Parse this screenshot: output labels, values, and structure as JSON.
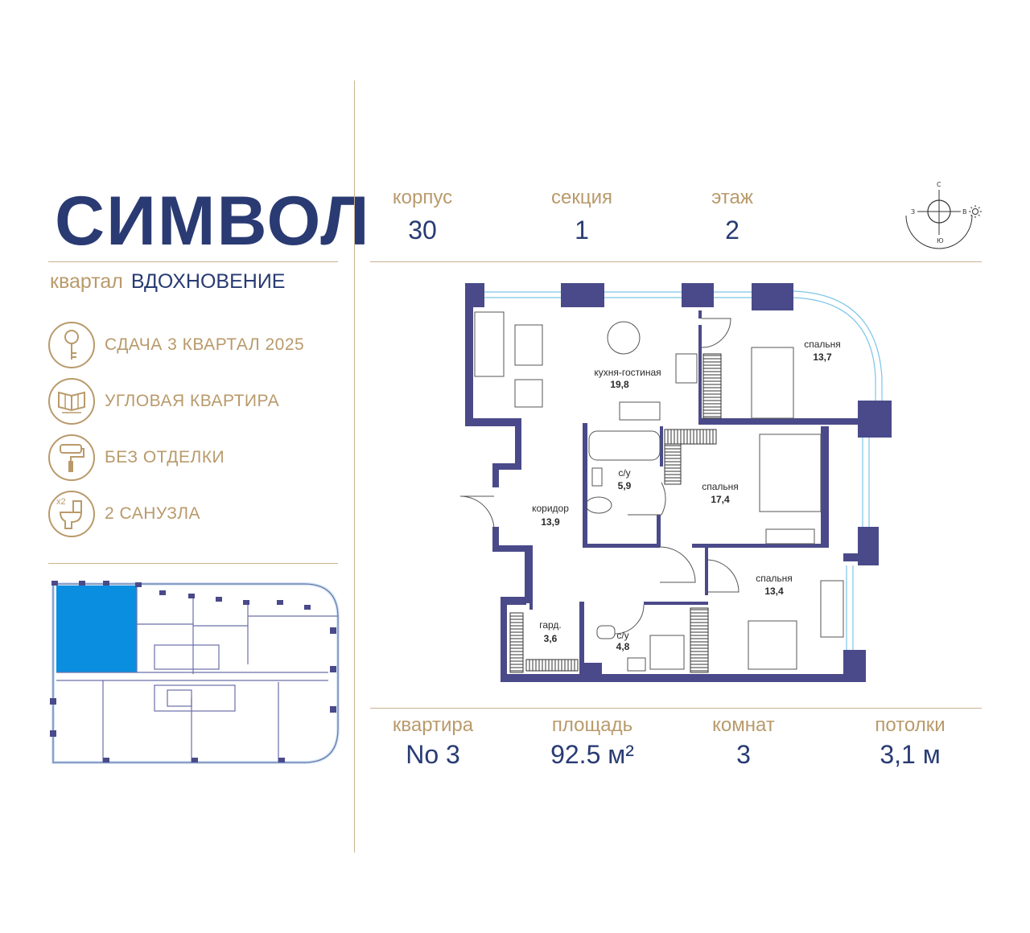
{
  "brand": {
    "name": "СИМВОЛ",
    "district_prefix": "квартал",
    "district_name": "ВДОХНОВЕНИЕ"
  },
  "features": [
    {
      "icon": "key-icon",
      "text": "СДАЧА 3 КВАРТАЛ 2025"
    },
    {
      "icon": "corner-window-icon",
      "text": "УГЛОВАЯ КВАРТИРА"
    },
    {
      "icon": "paint-roller-icon",
      "text": "БЕЗ ОТДЕЛКИ"
    },
    {
      "icon": "toilet-icon",
      "text": "2 САНУЗЛА",
      "badge": "x2"
    }
  ],
  "header": {
    "building": {
      "label": "корпус",
      "value": "30"
    },
    "section": {
      "label": "секция",
      "value": "1"
    },
    "floor": {
      "label": "этаж",
      "value": "2"
    }
  },
  "compass": {
    "n": "С",
    "s": "Ю",
    "w": "З",
    "e": "В"
  },
  "rooms": [
    {
      "name": "кухня-гостиная",
      "area": "19,8"
    },
    {
      "name": "спальня",
      "area": "13,7"
    },
    {
      "name": "с/у",
      "area": "5,9"
    },
    {
      "name": "спальня",
      "area": "17,4"
    },
    {
      "name": "коридор",
      "area": "13,9"
    },
    {
      "name": "спальня",
      "area": "13,4"
    },
    {
      "name": "гард.",
      "area": "3,6"
    },
    {
      "name": "с/у",
      "area": "4,8"
    }
  ],
  "footer": {
    "apartment": {
      "label": "квартира",
      "value": "No 3"
    },
    "area": {
      "label": "площадь",
      "value": "92.5 м²"
    },
    "rooms": {
      "label": "комнат",
      "value": "3"
    },
    "ceiling": {
      "label": "потолки",
      "value": "3,1 м"
    }
  },
  "colors": {
    "navy": "#283b73",
    "gold": "#b99a6b",
    "wall": "#4a4a8a",
    "highlight": "#0a8fe0"
  }
}
